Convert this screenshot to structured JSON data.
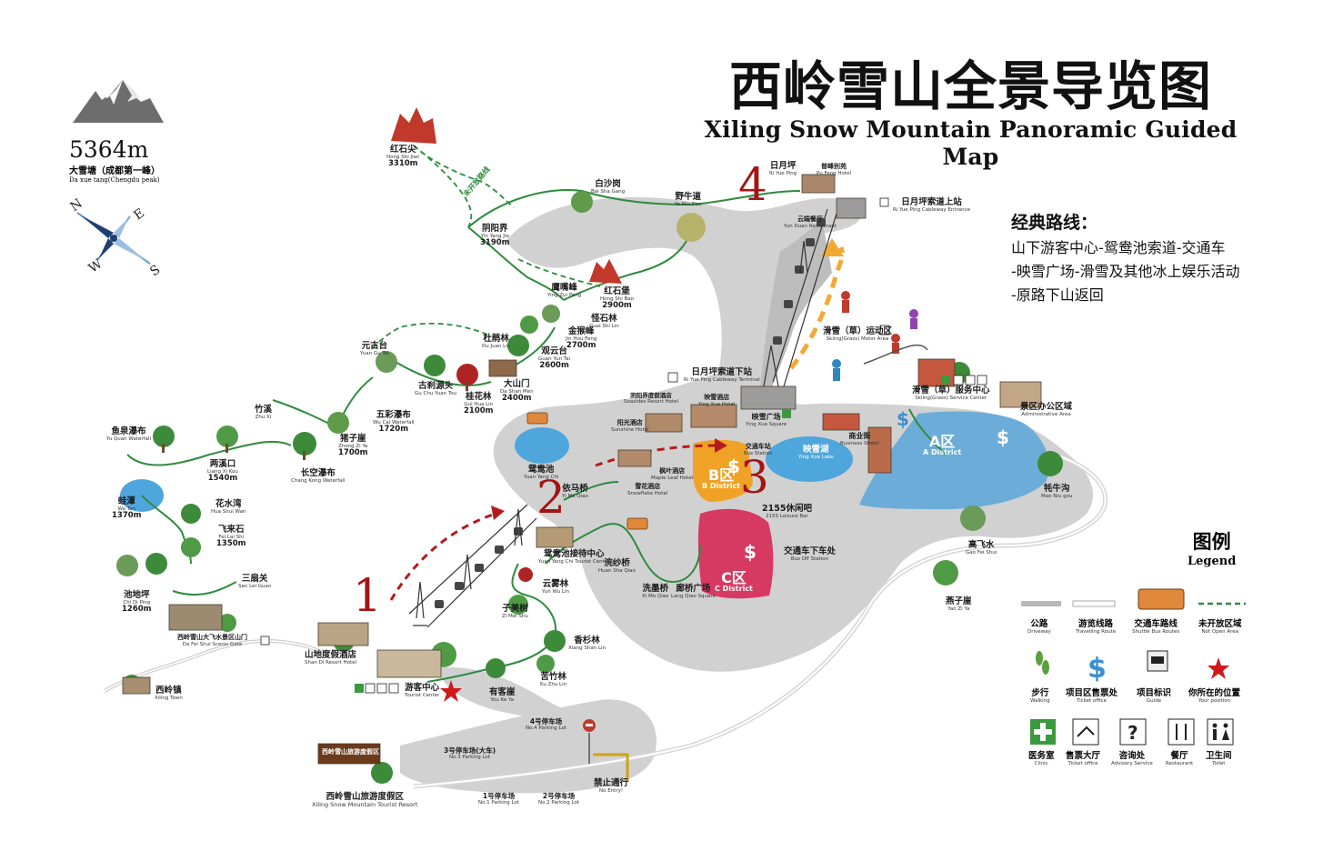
{
  "title": {
    "zh": "西岭雪山全景导览图",
    "en": "Xiling Snow Mountain Panoramic Guided Map"
  },
  "peak": {
    "altitude": "5364m",
    "zh": "大雪塘（成都第一峰）",
    "en": "Da xue tang(Chengdu peak)"
  },
  "compass": {
    "n": "N",
    "e": "E",
    "w": "W",
    "s": "S"
  },
  "classic_route": {
    "heading": "经典路线：",
    "line1": "山下游客中心-鸳鸯池索道-交通车",
    "line2": "-映雪广场-滑雪及其他冰上娱乐活动",
    "line3": "-原路下山返回"
  },
  "route_numbers": [
    "1",
    "2",
    "3",
    "4"
  ],
  "places": {
    "hongshijian": {
      "zh": "红石尖",
      "en": "Hong Shi Jian",
      "alt": "3310m"
    },
    "notopen_tag": {
      "zh": "未开放路线"
    },
    "baishagang": {
      "zh": "白沙岗",
      "en": "Bai Sha Gang"
    },
    "yeniudao": {
      "zh": "野牛道",
      "en": "Ye Niu Dao"
    },
    "riyueping": {
      "zh": "日月坪",
      "en": "Ri Yue Ping"
    },
    "yunduan_restaurant": {
      "zh": "云端餐厅",
      "en": "Yun Duan Restaurant"
    },
    "peak_hotel": {
      "zh": "普峰别苑",
      "en": "Pu Feng Hotel"
    },
    "riyueping_upper": {
      "zh": "日月坪索道上站",
      "en": "Ri Yue Ping Cableway Entrance"
    },
    "yinyangjie": {
      "zh": "阴阳界",
      "en": "Yin Yang Jie",
      "alt": "3190m"
    },
    "yingzuifeng": {
      "zh": "鹰嘴峰",
      "en": "Ying Zui Feng"
    },
    "hongshibao": {
      "zh": "红石堡",
      "en": "Hong Shi Bao",
      "alt": "2900m"
    },
    "guaishilin": {
      "zh": "怪石林",
      "en": "Guai Shi Lin"
    },
    "jinhoufeng": {
      "zh": "金猴峰",
      "en": "Jin Hou Feng",
      "alt": "2700m"
    },
    "guanyuntai": {
      "zh": "观云台",
      "en": "Guan Yun Tai",
      "alt": "2600m"
    },
    "dujuanlin": {
      "zh": "杜鹃林",
      "en": "Du Juan Lin"
    },
    "dashanmen": {
      "zh": "大山门",
      "en": "Da Shan Men",
      "alt": "2400m"
    },
    "guihualin": {
      "zh": "桂花林",
      "en": "Gui Hua Lin",
      "alt": "2100m"
    },
    "yuanguta": {
      "zh": "元古台",
      "en": "Yuan Gu Tai"
    },
    "gucuyuantou": {
      "zh": "古刹源头",
      "en": "Gu Chu Yuan Tou"
    },
    "zhuxi": {
      "zh": "竹溪",
      "en": "Zhu Xi"
    },
    "wucaipubu": {
      "zh": "五彩瀑布",
      "en": "Wu Cai Waterfall",
      "alt": "1720m"
    },
    "zhuziya": {
      "zh": "猪子崖",
      "en": "Zhong Zi Ya",
      "alt": "1700m"
    },
    "changkongpubu": {
      "zh": "长空瀑布",
      "en": "Chang Kong Waterfall"
    },
    "yuquanpubu": {
      "zh": "鱼泉瀑布",
      "en": "Yu Quan Waterfall"
    },
    "liangxikou": {
      "zh": "两溪口",
      "en": "Liang Xi Kou",
      "alt": "1540m"
    },
    "watan": {
      "zh": "蛙潭",
      "en": "Wa Tan",
      "alt": "1370m"
    },
    "huashuiwan": {
      "zh": "花水湾",
      "en": "Hua Shui Wan"
    },
    "feilaishi": {
      "zh": "飞来石",
      "en": "Fei Lai Shi",
      "alt": "1350m"
    },
    "sanlaoguan": {
      "zh": "三扇关",
      "en": "San Lei Guan"
    },
    "chidiping": {
      "zh": "池地坪",
      "en": "Chi Di Ping",
      "alt": "1260m"
    },
    "dafei_gate": {
      "zh": "西岭雪山大飞水景区山门",
      "en": "Da Fei Shui Scenic Gate"
    },
    "xilingzhen": {
      "zh": "西岭镇",
      "en": "Xiling Town"
    },
    "riyueping_lower": {
      "zh": "日月坪索道下站",
      "en": "Ri Yue Ping Cableway Terminal"
    },
    "yuanyangchi": {
      "zh": "鸳鸯池",
      "en": "Yuan Yang Chi"
    },
    "yimaqiao": {
      "zh": "依马桥",
      "en": "Yi Ma Qiao"
    },
    "yuanyang_center": {
      "zh": "鸳鸯池接待中心",
      "en": "Yuan Yang Chi Tourist Center"
    },
    "yunwulin": {
      "zh": "云雾林",
      "en": "Yun Wu Lin"
    },
    "zimeishu": {
      "zh": "子美树",
      "en": "Zi Mei Shu"
    },
    "xiangshanlin": {
      "zh": "香杉林",
      "en": "Xiang Shan Lin"
    },
    "kuzhulin": {
      "zh": "苦竹林",
      "en": "Ku Zhu Lin"
    },
    "youkeya": {
      "zh": "有客崖",
      "en": "You Ke Ya"
    },
    "visitor_center": {
      "zh": "游客中心",
      "en": "Tourist Center"
    },
    "shandidu_hotel": {
      "zh": "山地度假酒店",
      "en": "Shan Di Resort Hotel"
    },
    "huanshaqiao": {
      "zh": "浣纱桥",
      "en": "Huan Sha Qiao"
    },
    "ximoqiao": {
      "zh": "洗墨桥",
      "en": "Xi Mo Qiao"
    },
    "langqiao": {
      "zh": "廊桥广场",
      "en": "Lang Qiao Square"
    },
    "shuttle_stop": {
      "zh": "交通车下车处",
      "en": "Bus Off Station"
    },
    "leisure_bar": {
      "zh": "2155休闲吧",
      "en": "2155 Leisure Bar"
    },
    "yingxue_hotel": {
      "zh": "映雪酒店",
      "en": "Ying Xue Hotel"
    },
    "yingxue_square": {
      "zh": "映雪广场",
      "en": "Ying Xue Square"
    },
    "yingxue_lake": {
      "zh": "映雪湖",
      "en": "Ying Xue Lake"
    },
    "business_street": {
      "zh": "商业街",
      "en": "Business Street"
    },
    "shuttle_station": {
      "zh": "交通车站",
      "en": "Bus Station"
    },
    "yinyang_resort": {
      "zh": "阴阳界度假酒店",
      "en": "Seasides Resort Hotel"
    },
    "sunshine_hotel": {
      "zh": "阳光酒店",
      "en": "Sunshine Hotel"
    },
    "maple_hotel": {
      "zh": "枫叶酒店",
      "en": "Maple Leaf Hotel"
    },
    "snowflake_hotel": {
      "zh": "雪花酒店",
      "en": "Snowflake Hotel"
    },
    "ski_motor": {
      "zh": "滑雪（草）运动区",
      "en": "Skiing(Grass) Motor Area"
    },
    "ski_service": {
      "zh": "滑雪（草）服务中心",
      "en": "Skiing(Grass) Service Center"
    },
    "admin_area": {
      "zh": "景区办公区域",
      "en": "Administrative Area"
    },
    "maoniugou": {
      "zh": "牦牛沟",
      "en": "Mao Niu gou"
    },
    "gaofeishui": {
      "zh": "高飞水",
      "en": "Gao Fei Shui"
    },
    "yanziyan": {
      "zh": "燕子崖",
      "en": "Yan Zi Ya"
    },
    "parking1": {
      "zh": "1号停车场",
      "en": "No.1 Parking Lot"
    },
    "parking2": {
      "zh": "2号停车场",
      "en": "No.2 Parking Lot"
    },
    "parking3": {
      "zh": "3号停车场(大车)",
      "en": "No.3 Parking Lot"
    },
    "parking4": {
      "zh": "4号停车场",
      "en": "No.4 Parking Lot"
    },
    "noentry": {
      "zh": "禁止通行",
      "en": "No Entry!"
    },
    "resort_sign": {
      "zh": "西岭雪山旅游度假区"
    },
    "resort_name": {
      "zh": "西岭雪山旅游度假区",
      "en": "Xiling Snow Mountain Tourist Resort"
    }
  },
  "districts": {
    "a": {
      "zh": "A区",
      "en": "A District"
    },
    "b": {
      "zh": "B区",
      "en": "B District"
    },
    "c": {
      "zh": "C区",
      "en": "C District"
    }
  },
  "legend": {
    "title_zh": "图例",
    "title_en": "Legend",
    "items": [
      {
        "zh": "公路",
        "en": "Driveway"
      },
      {
        "zh": "游览线路",
        "en": "Travelling Route"
      },
      {
        "zh": "交通车路线",
        "en": "Shuttle Bus Routes"
      },
      {
        "zh": "未开放区域",
        "en": "Not Open Area"
      },
      {
        "zh": "步行",
        "en": "Walking"
      },
      {
        "zh": "项目区售票处",
        "en": "Ticket office"
      },
      {
        "zh": "项目标识",
        "en": "Guide"
      },
      {
        "zh": "你所在的位置",
        "en": "Your position"
      },
      {
        "zh": "医务室",
        "en": "Clinic"
      },
      {
        "zh": "售票大厅",
        "en": "Ticket office"
      },
      {
        "zh": "咨询处",
        "en": "Advisory Service"
      },
      {
        "zh": "餐厅",
        "en": "Restaurant"
      },
      {
        "zh": "卫生间",
        "en": "Toilet"
      }
    ]
  },
  "colors": {
    "road": "#c8c8c8",
    "trail": "#2e8b3e",
    "notopen": "#2e8b3e",
    "arrow_red": "#b51b1b",
    "arrow_orange": "#f2a934",
    "district_a": "#5fa8d8",
    "district_b": "#f0a227",
    "district_c": "#d63a63",
    "lake": "#4fa6dc",
    "route_number": "#a51414"
  },
  "icons": [
    "compass-icon",
    "mountain-icon",
    "tree-icon",
    "cable-car-icon",
    "bus-icon",
    "clinic-icon",
    "ticket-icon",
    "info-icon",
    "restaurant-icon",
    "toilet-icon",
    "star-icon",
    "footprint-icon",
    "dollar-icon"
  ]
}
